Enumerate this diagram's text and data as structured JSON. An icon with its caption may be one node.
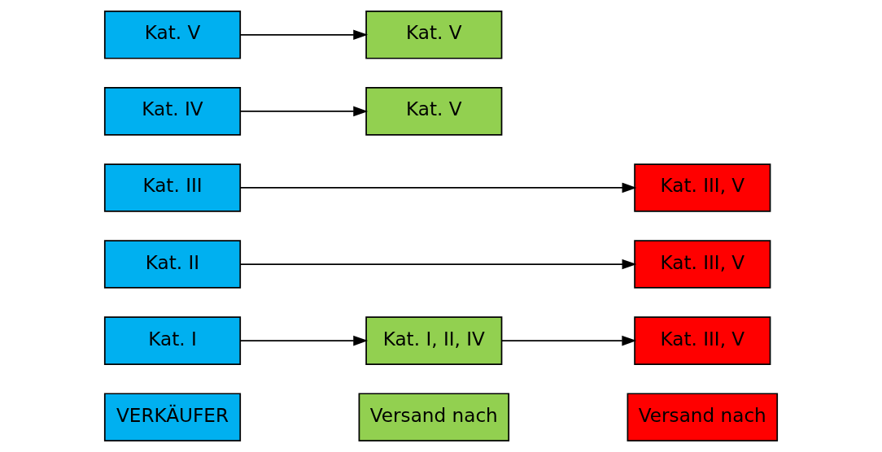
{
  "diagram": {
    "nodes": [
      {
        "text": [
          "VERKÄUFER"
        ]
      },
      {
        "text": [
          "Versand nach"
        ]
      },
      {
        "text": [
          "Versand nach"
        ]
      },
      {
        "text": [
          "Kat. I"
        ]
      },
      {
        "text": [
          "Kat. I, II, IV"
        ]
      },
      {
        "text": [
          "Kat. III, V"
        ]
      },
      {
        "text": [
          "Kat. II"
        ]
      },
      {
        "text": [
          "Kat. III, V"
        ]
      },
      {
        "text": [
          "Kat. III"
        ]
      },
      {
        "text": [
          "Kat. III, V"
        ]
      },
      {
        "text": [
          "Kat. IV"
        ]
      },
      {
        "text": [
          "Kat. V"
        ]
      },
      {
        "text": [
          "Kat. V"
        ]
      },
      {
        "text": [
          "Kat. V"
        ]
      }
    ],
    "edges": [
      {
        "from": 3,
        "to": 4,
        "arrow": "to"
      },
      {
        "from": 4,
        "to": 5,
        "arrow": "to"
      },
      {
        "from": 6,
        "to": 7,
        "arrow": "to"
      },
      {
        "from": 8,
        "to": 9,
        "arrow": "to"
      },
      {
        "from": 10,
        "to": 11,
        "arrow": "to"
      },
      {
        "from": 12,
        "to": 13,
        "arrow": "to"
      }
    ]
  }
}
